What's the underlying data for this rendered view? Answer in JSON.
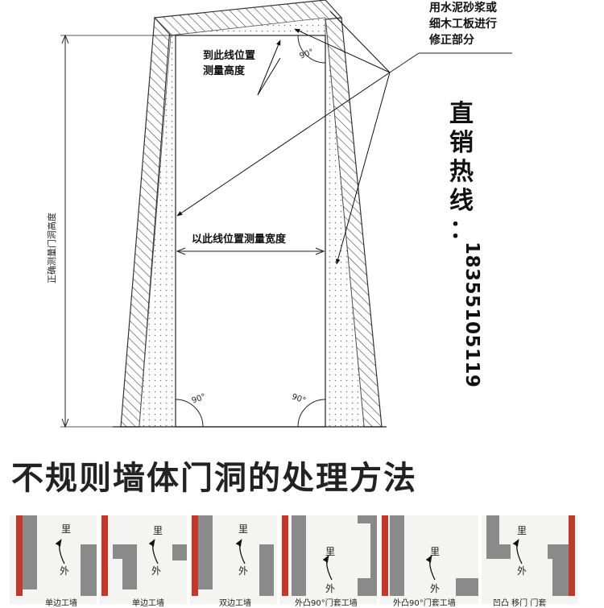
{
  "notes": {
    "repair_line1": "用水泥砂浆或",
    "repair_line2": "细木工板进行",
    "repair_line3": "修正部分",
    "height_line1": "到此线位置",
    "height_line2": "测量高度",
    "width_label": "以此线位置测量宽度",
    "correct_height": "正确测量门洞高度",
    "angle": "90°"
  },
  "hotline": {
    "chars": [
      "直",
      "销",
      "热",
      "线",
      "："
    ],
    "phone": "18355105119"
  },
  "section_title": "不规则墙体门洞的处理方法",
  "panels": [
    {
      "inside": "里",
      "outside": "外",
      "caption": "单边工墙"
    },
    {
      "inside": "里",
      "outside": "外",
      "caption": "单边工墙"
    },
    {
      "inside": "里",
      "outside": "外",
      "caption": "双边工墙"
    },
    {
      "inside": "里",
      "outside": "外",
      "caption": "外凸90°门套工墙"
    },
    {
      "inside": "里",
      "outside": "外",
      "caption": "外凸90°门套工墙"
    },
    {
      "inside": "里",
      "outside": "外",
      "caption": "凹凸 移门 门套"
    }
  ],
  "colors": {
    "frame_red": "#c0392b",
    "wall_gray": "#8a8a8a",
    "panel_bg": "#f4f4f2"
  }
}
